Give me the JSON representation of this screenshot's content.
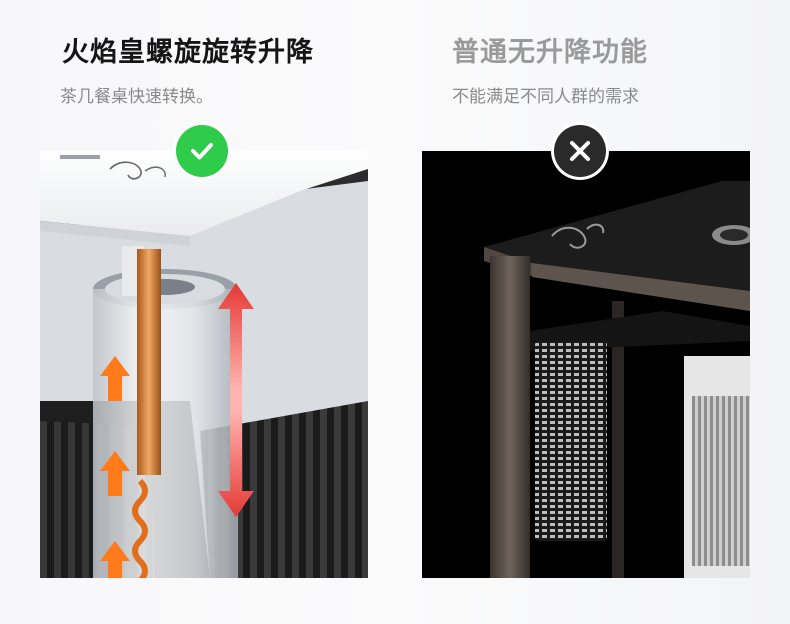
{
  "left": {
    "title": "火焰皇螺旋旋转升降",
    "subtitle": "茶几餐桌快速转换。",
    "badge_icon": "check-icon",
    "badge_color": "#2ecc4a",
    "arrow_color": "#e53935",
    "flow_color": "#ff7a1a"
  },
  "right": {
    "title": "普通无升降功能",
    "subtitle": "不能满足不同人群的需求",
    "badge_icon": "cross-icon",
    "badge_color": "#2a2a2a"
  }
}
